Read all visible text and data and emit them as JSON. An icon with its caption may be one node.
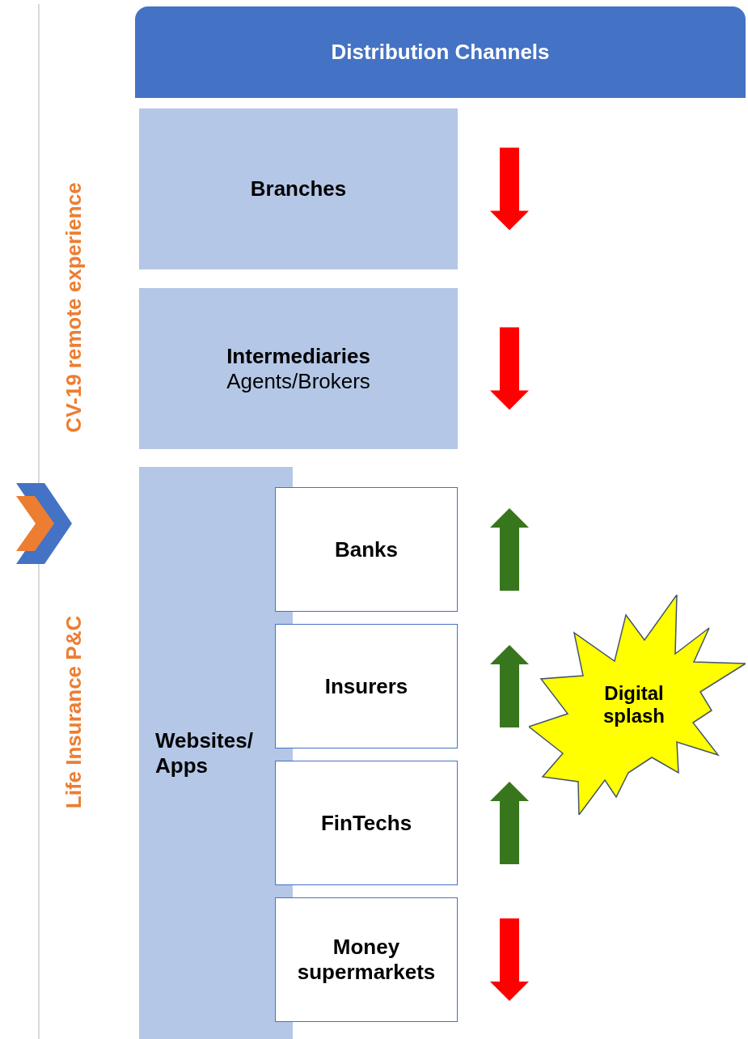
{
  "diagram": {
    "nodes": [
      {
        "text": [
          "Distribution Channels"
        ]
      },
      {
        "text": [
          "Branches"
        ]
      },
      {
        "text": [
          "Intermediaries",
          "Agents/Brokers"
        ]
      },
      {
        "text": [
          "Websites/ Apps"
        ]
      },
      {
        "text": [
          "Banks"
        ]
      },
      {
        "text": [
          "Insurers"
        ]
      },
      {
        "text": [
          "FinTechs"
        ]
      },
      {
        "text": [
          "Money supermarkets"
        ]
      },
      {
        "text": [
          "Digital splash"
        ]
      }
    ],
    "edges": [],
    "labels": [
      "CV-19 remote experience",
      "Life Insurance P&C"
    ]
  }
}
